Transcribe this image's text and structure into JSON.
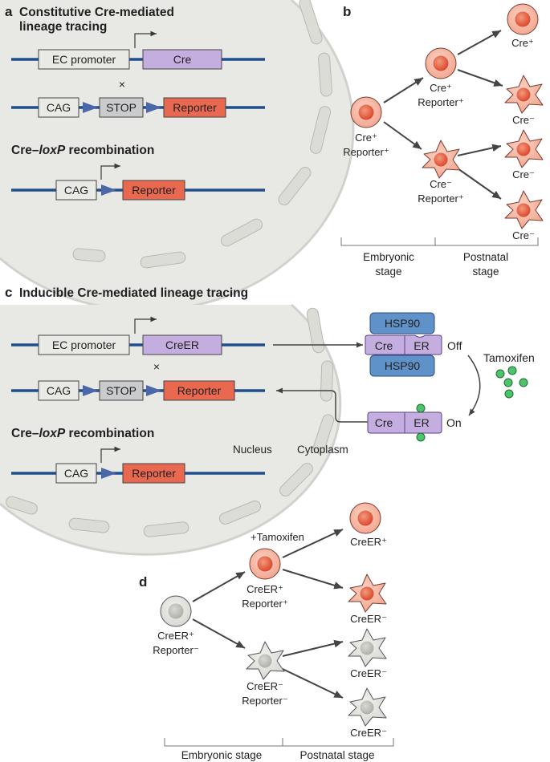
{
  "panel_a": {
    "letter": "a",
    "title_line1": "Constitutive Cre-mediated",
    "title_line2": "lineage tracing",
    "promoter": "EC promoter",
    "cre": "Cre",
    "cross": "×",
    "cag": "CAG",
    "stop": "STOP",
    "reporter": "Reporter",
    "recombination_prefix": "Cre–",
    "recombination_italic": "loxP",
    "recombination_suffix": " recombination"
  },
  "panel_b": {
    "letter": "b",
    "cre_pos": "Cre⁺",
    "cre_neg": "Cre⁻",
    "reporter_pos": "Reporter⁺",
    "stage_left_1": "Embryonic",
    "stage_left_2": "stage",
    "stage_right_1": "Postnatal",
    "stage_right_2": "stage"
  },
  "panel_c": {
    "letter": "c",
    "title": "Inducible Cre-mediated lineage tracing",
    "promoter": "EC promoter",
    "creer": "CreER",
    "cross": "×",
    "cag": "CAG",
    "stop": "STOP",
    "reporter": "Reporter",
    "recombination_prefix": "Cre–",
    "recombination_italic": "loxP",
    "recombination_suffix": " recombination",
    "nucleus": "Nucleus",
    "cytoplasm": "Cytoplasm",
    "hsp90": "HSP90",
    "cre": "Cre",
    "er": "ER",
    "off": "Off",
    "on": "On",
    "tamoxifen": "Tamoxifen"
  },
  "panel_d": {
    "letter": "d",
    "plus_tamoxifen": "+Tamoxifen",
    "creer_pos": "CreER⁺",
    "creer_neg": "CreER⁻",
    "reporter_pos": "Reporter⁺",
    "reporter_neg": "Reporter⁻",
    "stage_left": "Embryonic stage",
    "stage_right": "Postnatal stage"
  },
  "colors": {
    "dna": "#1f4e8c",
    "arrowhead": "#4a67a8",
    "box_gray": "#e9eae6",
    "box_purple": "#c4aee0",
    "box_red": "#e8694f",
    "box_blue": "#5f92c9",
    "nucleus_fill": "#e7e7e4",
    "cell_red": "#f6b6a4",
    "cell_gray": "#e3e3e0",
    "tamoxifen": "#4ec46a"
  }
}
